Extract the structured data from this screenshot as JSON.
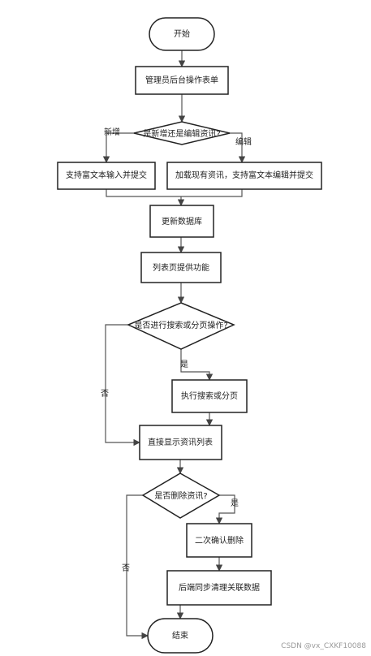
{
  "nodes": {
    "start": "开始",
    "admin_form": "管理员后台操作表单",
    "decision_new_or_edit": "是新增还是编辑资讯?",
    "rich_text_submit": "支持富文本输入并提交",
    "load_and_edit": "加载现有资讯，支持富文本编辑并提交",
    "update_db": "更新数据库",
    "list_page": "列表页提供功能",
    "decision_search": "是否进行搜索或分页操作?",
    "do_search": "执行搜索或分页",
    "show_list": "直接显示资讯列表",
    "decision_delete": "是否删除资讯?",
    "confirm_delete": "二次确认删除",
    "sync_cleanup": "后端同步清理关联数据",
    "end": "结束"
  },
  "edge_labels": {
    "new": "新增",
    "edit": "编辑",
    "search_yes": "是",
    "search_no": "否",
    "delete_yes": "是",
    "delete_no": "否"
  },
  "watermark": "CSDN @vx_CXKF10088",
  "colors": {
    "stroke": "#222222",
    "fill": "#ffffff",
    "text": "#222222"
  }
}
